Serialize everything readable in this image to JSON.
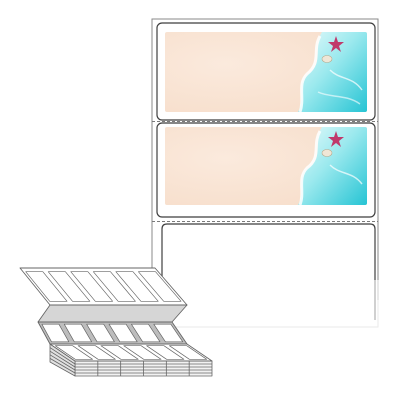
{
  "product": {
    "sheet": {
      "labels_per_sheet": 3,
      "labels": [
        {
          "design": "beach-sand-waves-starfish"
        },
        {
          "design": "beach-sand-waves-starfish"
        },
        {
          "design": "blank"
        }
      ],
      "colors": {
        "sand": "#f7e3d3",
        "sea_light": "#bff3f3",
        "sea_deep": "#26c4d4",
        "starfish": "#c0396b",
        "liner": "#ffffff",
        "outline": "#4d4d4d"
      }
    },
    "fanfold_stack": {
      "columns": 6,
      "colors": {
        "face": "#ffffff",
        "shade": "#bdbdbd",
        "edge": "#666666"
      }
    }
  }
}
